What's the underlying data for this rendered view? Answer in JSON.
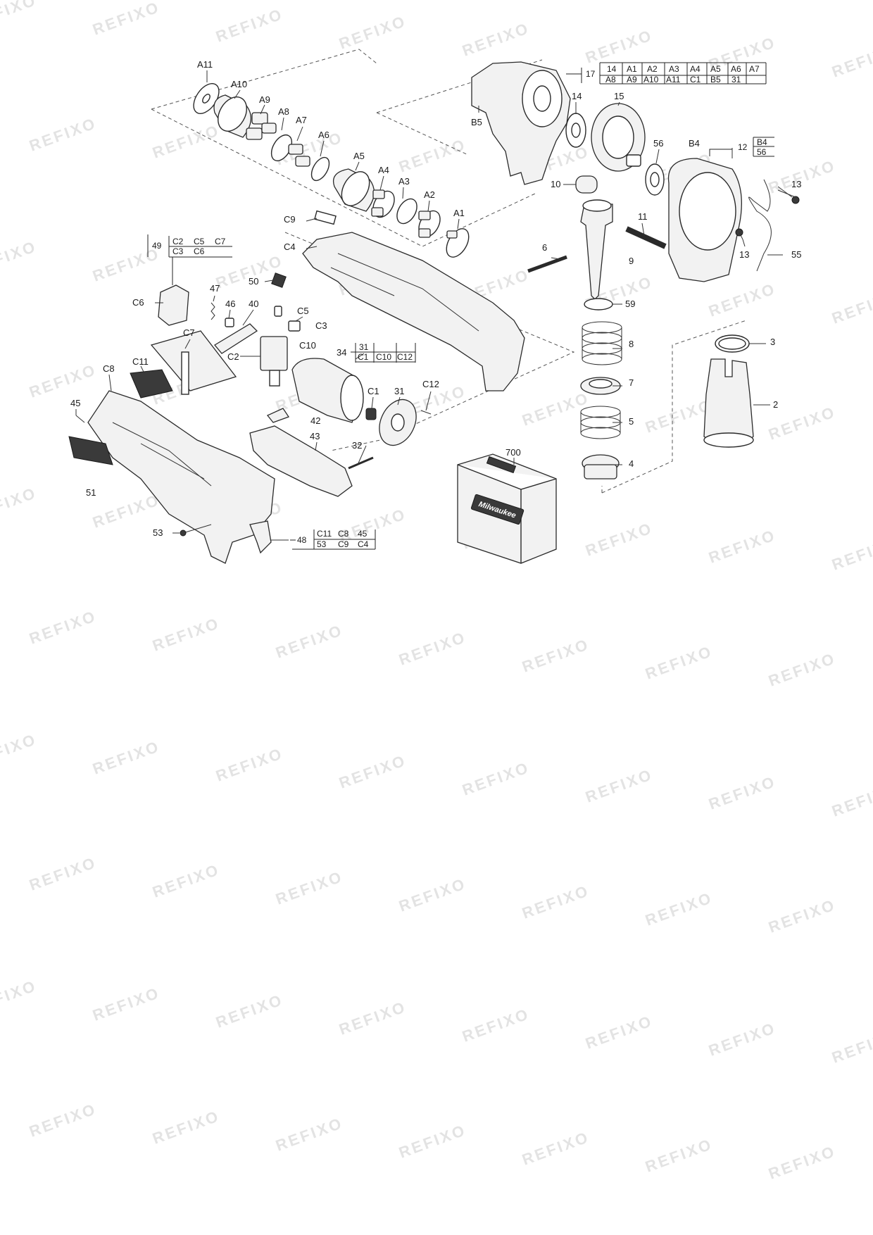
{
  "watermark": "REFIXO",
  "brand_logo": "Milwaukee",
  "part_labels": {
    "A11": "A11",
    "A10": "A10",
    "A9": "A9",
    "A8": "A8",
    "A7": "A7",
    "A6": "A6",
    "A5": "A5",
    "A4": "A4",
    "A3": "A3",
    "A2": "A2",
    "A1": "A1",
    "B5": "B5",
    "B4": "B4",
    "C9": "C9",
    "C4": "C4",
    "C6": "C6",
    "C7": "C7",
    "C11": "C11",
    "C8": "C8",
    "C2": "C2",
    "C5": "C5",
    "C3": "C3",
    "C10": "C10",
    "C1": "C1",
    "C12": "C12",
    "p14": "14",
    "p15": "15",
    "p56": "56",
    "p10": "10",
    "p11": "11",
    "p13a": "13",
    "p13b": "13",
    "p55": "55",
    "p6": "6",
    "p9": "9",
    "p59": "59",
    "p8": "8",
    "p7": "7",
    "p5": "5",
    "p4": "4",
    "p3": "3",
    "p2": "2",
    "p700": "700",
    "p50": "50",
    "p47": "47",
    "p46": "46",
    "p40": "40",
    "p34": "34",
    "p31": "31",
    "p42": "42",
    "p43": "43",
    "p32": "32",
    "p45": "45",
    "p51": "51",
    "p53": "53"
  },
  "assembly_tables": {
    "t17": {
      "id": "17",
      "row1": [
        "14",
        "A1",
        "A2",
        "A3",
        "A4",
        "A5",
        "A6",
        "A7"
      ],
      "row2": [
        "A8",
        "A9",
        "A10",
        "A11",
        "C1",
        "B5",
        "31",
        ""
      ]
    },
    "t12": {
      "id": "12",
      "row1": [
        "B4"
      ],
      "row2": [
        "56"
      ]
    },
    "t49": {
      "id": "49",
      "row1": [
        "C2",
        "C5",
        "C7"
      ],
      "row2": [
        "C3",
        "C6",
        ""
      ]
    },
    "t34": {
      "id": "34",
      "row1": [
        "31",
        "",
        ""
      ],
      "row2": [
        "C1",
        "C10",
        "C12"
      ]
    },
    "t48": {
      "id": "48",
      "row1": [
        "C11",
        "C8",
        "45"
      ],
      "row2": [
        "53",
        "C9",
        "C4"
      ]
    }
  }
}
